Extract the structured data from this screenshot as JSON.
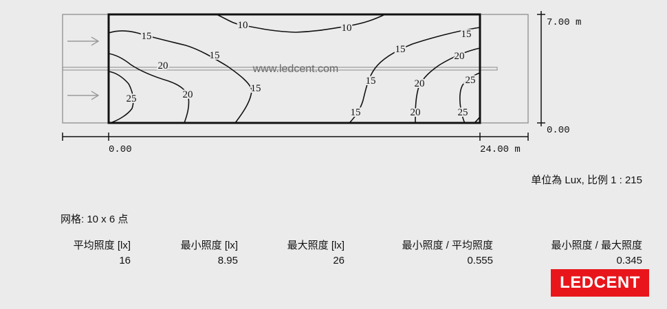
{
  "diagram": {
    "watermark": "www.ledcent.com",
    "x_axis": {
      "start": "0.00",
      "end": "24.00 m"
    },
    "y_axis": {
      "start": "0.00",
      "end": "7.00 m"
    },
    "contour_labels": [
      "10",
      "10",
      "15",
      "15",
      "15",
      "15",
      "15",
      "15",
      "20",
      "20",
      "20",
      "20",
      "20",
      "25",
      "25",
      "25"
    ]
  },
  "unit_note": "单位為 Lux, 比例 1 : 215",
  "grid_note": "网格: 10 x 6 点",
  "stats": [
    {
      "label": "平均照度 [lx]",
      "value": "16"
    },
    {
      "label": "最小照度 [lx]",
      "value": "8.95"
    },
    {
      "label": "最大照度 [lx]",
      "value": "26"
    },
    {
      "label": "最小照度 / 平均照度",
      "value": "0.555"
    },
    {
      "label": "最小照度 / 最大照度",
      "value": "0.345"
    }
  ],
  "logo": "LEDCENT",
  "colors": {
    "logo_bg": "#e8161b",
    "background": "#ebebeb",
    "outline": "#111111",
    "faint": "#9a9a9a"
  }
}
